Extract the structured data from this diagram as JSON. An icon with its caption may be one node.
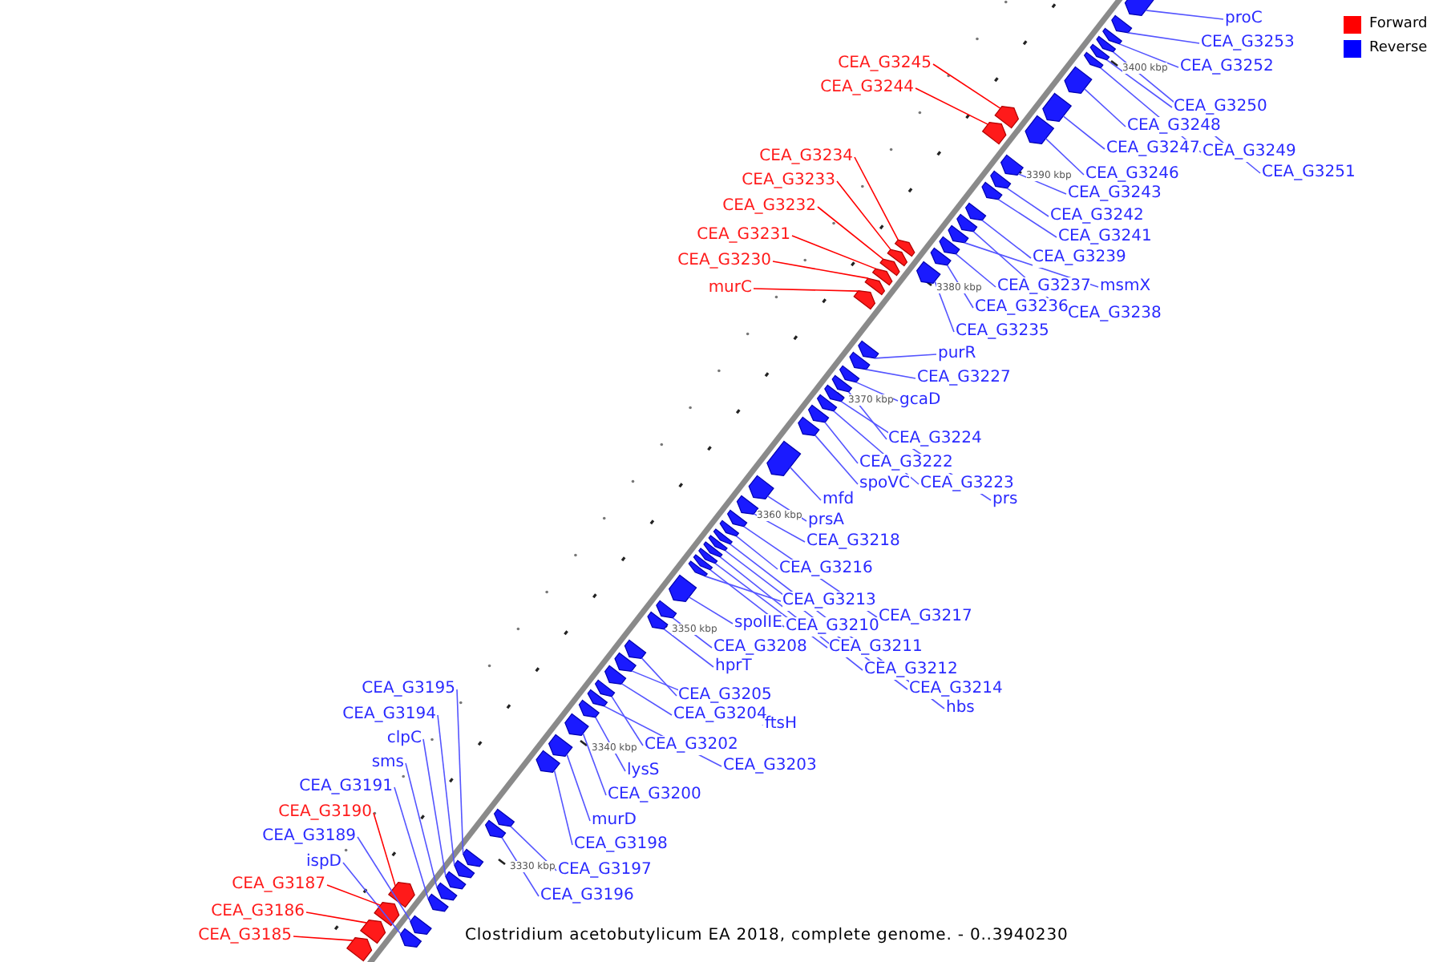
{
  "diagram": {
    "caption": "Clostridium acetobutylicum EA 2018, complete genome. - 0..3940230",
    "nodes": [
      {
        "text": [
          "proC"
        ]
      },
      {
        "text": [
          "CEA_G3253"
        ]
      },
      {
        "text": [
          "CEA_G3245"
        ]
      },
      {
        "text": [
          "CEA_G3252"
        ]
      },
      {
        "text": [
          "CEA_G3244"
        ]
      },
      {
        "text": [
          "CEA_G3250"
        ]
      },
      {
        "text": [
          "CEA_G3248"
        ]
      },
      {
        "text": [
          "CEA_G3247"
        ]
      },
      {
        "text": [
          "CEA_G3249"
        ]
      },
      {
        "text": [
          "CEA_G3234"
        ]
      },
      {
        "text": [
          "CEA_G3251"
        ]
      },
      {
        "text": [
          "CEA_G3246"
        ]
      },
      {
        "text": [
          "CEA_G3233"
        ]
      },
      {
        "text": [
          "CEA_G3243"
        ]
      },
      {
        "text": [
          "CEA_G3232"
        ]
      },
      {
        "text": [
          "CEA_G3242"
        ]
      },
      {
        "text": [
          "CEA_G3231"
        ]
      },
      {
        "text": [
          "CEA_G3241"
        ]
      },
      {
        "text": [
          "CEA_G3239"
        ]
      },
      {
        "text": [
          "CEA_G3230"
        ]
      },
      {
        "text": [
          "CEA_G3237"
        ]
      },
      {
        "text": [
          "msmX"
        ]
      },
      {
        "text": [
          "murC"
        ]
      },
      {
        "text": [
          "CEA_G3236"
        ]
      },
      {
        "text": [
          "CEA_G3238"
        ]
      },
      {
        "text": [
          "CEA_G3235"
        ]
      },
      {
        "text": [
          "purR"
        ]
      },
      {
        "text": [
          "CEA_G3227"
        ]
      },
      {
        "text": [
          "gcaD"
        ]
      },
      {
        "text": [
          "CEA_G3224"
        ]
      },
      {
        "text": [
          "CEA_G3222"
        ]
      },
      {
        "text": [
          "spoVC"
        ]
      },
      {
        "text": [
          "CEA_G3223"
        ]
      },
      {
        "text": [
          "mfd"
        ]
      },
      {
        "text": [
          "prs"
        ]
      },
      {
        "text": [
          "prsA"
        ]
      },
      {
        "text": [
          "CEA_G3218"
        ]
      },
      {
        "text": [
          "CEA_G3216"
        ]
      },
      {
        "text": [
          "CEA_G3213"
        ]
      },
      {
        "text": [
          "CEA_G3217"
        ]
      },
      {
        "text": [
          "spoIIE"
        ]
      },
      {
        "text": [
          "CEA_G3210"
        ]
      },
      {
        "text": [
          "CEA_G3208"
        ]
      },
      {
        "text": [
          "CEA_G3211"
        ]
      },
      {
        "text": [
          "hprT"
        ]
      },
      {
        "text": [
          "CEA_G3212"
        ]
      },
      {
        "text": [
          "CEA_G3214"
        ]
      },
      {
        "text": [
          "CEA_G3195"
        ]
      },
      {
        "text": [
          "CEA_G3205"
        ]
      },
      {
        "text": [
          "hbs"
        ]
      },
      {
        "text": [
          "CEA_G3204"
        ]
      },
      {
        "text": [
          "CEA_G3194"
        ]
      },
      {
        "text": [
          "ftsH"
        ]
      },
      {
        "text": [
          "clpC"
        ]
      },
      {
        "text": [
          "CEA_G3202"
        ]
      },
      {
        "text": [
          "sms"
        ]
      },
      {
        "text": [
          "CEA_G3203"
        ]
      },
      {
        "text": [
          "lysS"
        ]
      },
      {
        "text": [
          "CEA_G3191"
        ]
      },
      {
        "text": [
          "CEA_G3200"
        ]
      },
      {
        "text": [
          "CEA_G3190"
        ]
      },
      {
        "text": [
          "murD"
        ]
      },
      {
        "text": [
          "CEA_G3189"
        ]
      },
      {
        "text": [
          "CEA_G3198"
        ]
      },
      {
        "text": [
          "ispD"
        ]
      },
      {
        "text": [
          "CEA_G3197"
        ]
      },
      {
        "text": [
          "CEA_G3187"
        ]
      },
      {
        "text": [
          "CEA_G3196"
        ]
      },
      {
        "text": [
          "CEA_G3186"
        ]
      },
      {
        "text": [
          "CEA_G3185"
        ]
      },
      {
        "text": [],
        "shape": "arrow"
      },
      {
        "text": [],
        "shape": "arrow"
      },
      {
        "text": [],
        "shape": "arrow"
      },
      {
        "text": [],
        "shape": "arrow"
      },
      {
        "text": [],
        "shape": "arrow"
      },
      {
        "text": [],
        "shape": "arrow"
      },
      {
        "text": [],
        "shape": "arrow"
      },
      {
        "text": [],
        "shape": "arrow"
      },
      {
        "text": [],
        "shape": "arrow"
      },
      {
        "text": [],
        "shape": "arrow"
      },
      {
        "text": [],
        "shape": "arrow"
      },
      {
        "text": [],
        "shape": "arrow"
      },
      {
        "text": [],
        "shape": "arrow"
      },
      {
        "text": [],
        "shape": "arrow"
      },
      {
        "text": [],
        "shape": "arrow"
      },
      {
        "text": [],
        "shape": "arrow"
      },
      {
        "text": [],
        "shape": "arrow"
      },
      {
        "text": [],
        "shape": "arrow"
      },
      {
        "text": [],
        "shape": "arrow"
      },
      {
        "text": [],
        "shape": "arrow"
      },
      {
        "text": [],
        "shape": "arrow"
      },
      {
        "text": [],
        "shape": "arrow"
      },
      {
        "text": [],
        "shape": "arrow"
      },
      {
        "text": [],
        "shape": "arrow"
      },
      {
        "text": [],
        "shape": "arrow"
      },
      {
        "text": [],
        "shape": "arrow"
      },
      {
        "text": [],
        "shape": "arrow"
      },
      {
        "text": [],
        "shape": "arrow"
      },
      {
        "text": [],
        "shape": "arrow"
      },
      {
        "text": [],
        "shape": "arrow"
      },
      {
        "text": [],
        "shape": "arrow"
      },
      {
        "text": [],
        "shape": "arrow"
      },
      {
        "text": [],
        "shape": "arrow"
      },
      {
        "text": [],
        "shape": "arrow"
      },
      {
        "text": [],
        "shape": "arrow"
      },
      {
        "text": [],
        "shape": "arrow"
      },
      {
        "text": [],
        "shape": "arrow"
      },
      {
        "text": [],
        "shape": "arrow"
      },
      {
        "text": [],
        "shape": "arrow"
      },
      {
        "text": [],
        "shape": "arrow"
      },
      {
        "text": [],
        "shape": "arrow"
      },
      {
        "text": [],
        "shape": "arrow"
      },
      {
        "text": [],
        "shape": "arrow"
      },
      {
        "text": [],
        "shape": "arrow"
      },
      {
        "text": [],
        "shape": "arrow"
      },
      {
        "text": [],
        "shape": "arrow"
      },
      {
        "text": [],
        "shape": "arrow"
      },
      {
        "text": [],
        "shape": "arrow"
      },
      {
        "text": [],
        "shape": "arrow"
      },
      {
        "text": [],
        "shape": "arrow"
      },
      {
        "text": [],
        "shape": "arrow"
      },
      {
        "text": [],
        "shape": "arrow"
      },
      {
        "text": [],
        "shape": "arrow"
      },
      {
        "text": [],
        "shape": "arrow"
      },
      {
        "text": [],
        "shape": "arrow"
      },
      {
        "text": [],
        "shape": "arrow"
      },
      {
        "text": [],
        "shape": "arrow"
      },
      {
        "text": [],
        "shape": "arrow"
      },
      {
        "text": [],
        "shape": "arrow"
      },
      {
        "text": [],
        "shape": "arrow"
      },
      {
        "text": [],
        "shape": "arrow"
      },
      {
        "text": [],
        "shape": "arrow"
      },
      {
        "text": [],
        "shape": "arrow"
      },
      {
        "text": [],
        "shape": "arrow"
      },
      {
        "text": [],
        "shape": "arrow"
      },
      {
        "text": [],
        "shape": "arrow"
      },
      {
        "text": [],
        "shape": "arrow"
      },
      {
        "text": [],
        "shape": "arrow"
      },
      {
        "text": [],
        "shape": "arrow"
      },
      {
        "text": [],
        "shape": "arrow"
      }
    ],
    "edges": [
      {
        "from": 0,
        "to": 70,
        "arrow": "none"
      },
      {
        "from": 1,
        "to": 71,
        "arrow": "none"
      },
      {
        "from": 2,
        "to": 79,
        "arrow": "none",
        "color": "#ff0000"
      },
      {
        "from": 3,
        "to": 72,
        "arrow": "none"
      },
      {
        "from": 4,
        "to": 80,
        "arrow": "none",
        "color": "#ff0000"
      },
      {
        "from": 5,
        "to": 74,
        "arrow": "none"
      },
      {
        "from": 6,
        "to": 76,
        "arrow": "none"
      },
      {
        "from": 7,
        "to": 77,
        "arrow": "none"
      },
      {
        "from": 8,
        "to": 75,
        "arrow": "none"
      },
      {
        "from": 9,
        "to": 89,
        "arrow": "none",
        "color": "#ff0000"
      },
      {
        "from": 10,
        "to": 73,
        "arrow": "none"
      },
      {
        "from": 11,
        "to": 78,
        "arrow": "none"
      },
      {
        "from": 12,
        "to": 91,
        "arrow": "none",
        "color": "#ff0000"
      },
      {
        "from": 13,
        "to": 81,
        "arrow": "none"
      },
      {
        "from": 14,
        "to": 92,
        "arrow": "none",
        "color": "#ff0000"
      },
      {
        "from": 15,
        "to": 82,
        "arrow": "none"
      },
      {
        "from": 16,
        "to": 93,
        "arrow": "none",
        "color": "#ff0000"
      },
      {
        "from": 17,
        "to": 83,
        "arrow": "none"
      },
      {
        "from": 18,
        "to": 84,
        "arrow": "none"
      },
      {
        "from": 19,
        "to": 94,
        "arrow": "none",
        "color": "#ff0000"
      },
      {
        "from": 20,
        "to": 87,
        "arrow": "none"
      },
      {
        "from": 21,
        "to": 86,
        "arrow": "none"
      },
      {
        "from": 22,
        "to": 95,
        "arrow": "none",
        "color": "#ff0000"
      },
      {
        "from": 23,
        "to": 88,
        "arrow": "none"
      },
      {
        "from": 24,
        "to": 85,
        "arrow": "none"
      },
      {
        "from": 25,
        "to": 90,
        "arrow": "none"
      },
      {
        "from": 26,
        "to": 96,
        "arrow": "none"
      },
      {
        "from": 27,
        "to": 97,
        "arrow": "none"
      },
      {
        "from": 28,
        "to": 98,
        "arrow": "none"
      },
      {
        "from": 29,
        "to": 99,
        "arrow": "none"
      },
      {
        "from": 30,
        "to": 102,
        "arrow": "none"
      },
      {
        "from": 31,
        "to": 103,
        "arrow": "none"
      },
      {
        "from": 32,
        "to": 101,
        "arrow": "none"
      },
      {
        "from": 33,
        "to": 104,
        "arrow": "none"
      },
      {
        "from": 34,
        "to": 100,
        "arrow": "none"
      },
      {
        "from": 35,
        "to": 105,
        "arrow": "none"
      },
      {
        "from": 36,
        "to": 106,
        "arrow": "none"
      },
      {
        "from": 37,
        "to": 108,
        "arrow": "none"
      },
      {
        "from": 38,
        "to": 114,
        "arrow": "none"
      },
      {
        "from": 39,
        "to": 107,
        "arrow": "none"
      },
      {
        "from": 40,
        "to": 115,
        "arrow": "none"
      },
      {
        "from": 41,
        "to": 113,
        "arrow": "none"
      },
      {
        "from": 42,
        "to": 116,
        "arrow": "none"
      },
      {
        "from": 43,
        "to": 112,
        "arrow": "none"
      },
      {
        "from": 44,
        "to": 117,
        "arrow": "none"
      },
      {
        "from": 45,
        "to": 111,
        "arrow": "none"
      },
      {
        "from": 46,
        "to": 110,
        "arrow": "none"
      },
      {
        "from": 47,
        "to": 129,
        "arrow": "none"
      },
      {
        "from": 48,
        "to": 118,
        "arrow": "none"
      },
      {
        "from": 49,
        "to": 109,
        "arrow": "none"
      },
      {
        "from": 50,
        "to": 120,
        "arrow": "none"
      },
      {
        "from": 51,
        "to": 130,
        "arrow": "none"
      },
      {
        "from": 52,
        "to": 119,
        "arrow": "none"
      },
      {
        "from": 53,
        "to": 131,
        "arrow": "none"
      },
      {
        "from": 54,
        "to": 121,
        "arrow": "none"
      },
      {
        "from": 55,
        "to": 132,
        "arrow": "none"
      },
      {
        "from": 56,
        "to": 122,
        "arrow": "none"
      },
      {
        "from": 57,
        "to": 123,
        "arrow": "none"
      },
      {
        "from": 58,
        "to": 133,
        "arrow": "none"
      },
      {
        "from": 59,
        "to": 124,
        "arrow": "none"
      },
      {
        "from": 60,
        "to": 134,
        "arrow": "none",
        "color": "#ff0000"
      },
      {
        "from": 61,
        "to": 125,
        "arrow": "none"
      },
      {
        "from": 62,
        "to": 135,
        "arrow": "none"
      },
      {
        "from": 63,
        "to": 126,
        "arrow": "none"
      },
      {
        "from": 64,
        "to": 137,
        "arrow": "none"
      },
      {
        "from": 65,
        "to": 127,
        "arrow": "none"
      },
      {
        "from": 66,
        "to": 136,
        "arrow": "none",
        "color": "#ff0000"
      },
      {
        "from": 67,
        "to": 128,
        "arrow": "none"
      },
      {
        "from": 68,
        "to": 138,
        "arrow": "none",
        "color": "#ff0000"
      },
      {
        "from": 69,
        "to": 139,
        "arrow": "none",
        "color": "#ff0000"
      }
    ],
    "labels": [
      "3400 kbp",
      "3390 kbp",
      "3380 kbp",
      "3370 kbp",
      "3360 kbp",
      "3350 kbp",
      "3340 kbp",
      "3330 kbp"
    ],
    "legend": [
      {
        "text": "Forward",
        "color": "#ff0000"
      },
      {
        "text": "Reverse",
        "color": "#0000ff"
      }
    ]
  }
}
